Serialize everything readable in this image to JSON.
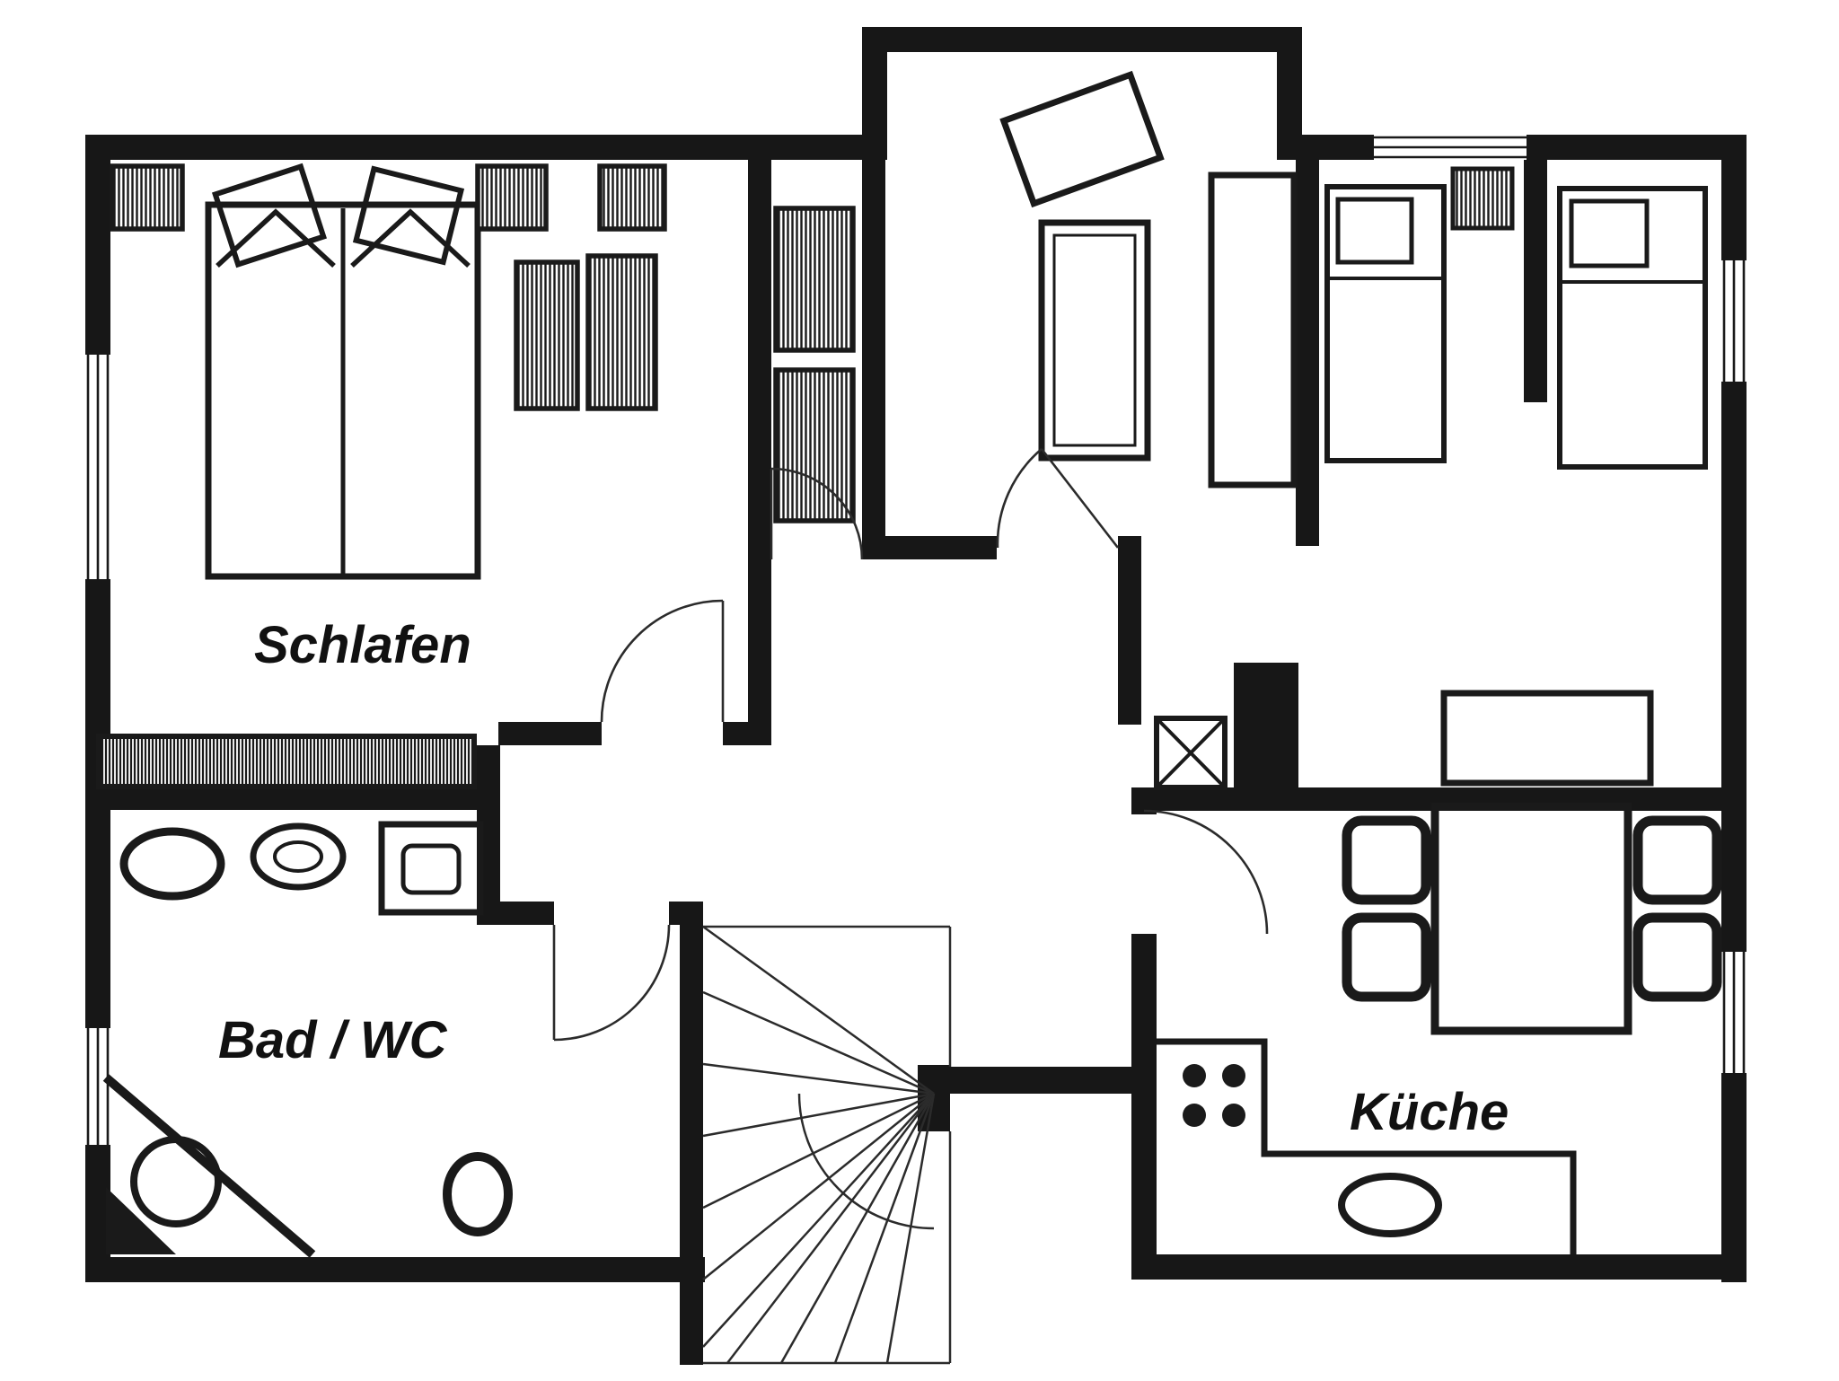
{
  "page": {
    "background": "#ffffff"
  },
  "palette": {
    "wall": "#171717",
    "furniture_line": "#1a1a1a",
    "thin_line": "#2b2b2b",
    "label": "#111111"
  },
  "floorplan": {
    "rooms": {
      "bedroom": {
        "label": "Schlafen"
      },
      "bathroom": {
        "label": "Bad / WC"
      },
      "kitchen": {
        "label": "Küche"
      }
    },
    "elements": {
      "bedroom": [
        "double-bed",
        "pillows",
        "fold-back-blanket",
        "nightstands",
        "wardrobes",
        "radiator"
      ],
      "bathroom": [
        "washbasin",
        "washbasin",
        "washing-machine",
        "corner-shower",
        "toilet"
      ],
      "living_room": [
        "angled-side-table",
        "daybed",
        "wardrobe"
      ],
      "right_rooms": [
        "single-bed",
        "single-bed",
        "nightstand",
        "sideboard"
      ],
      "kitchen": [
        "dining-table",
        "four-chairs",
        "l-shaped-counter",
        "stove-burners",
        "kitchen-sink"
      ],
      "hall": [
        "winder-staircase",
        "service-shaft",
        "chimney",
        "door-swings"
      ]
    }
  }
}
